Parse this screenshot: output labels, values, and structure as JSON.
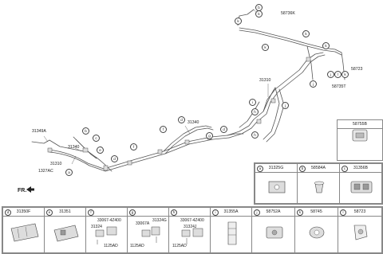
{
  "orientation_label": "FR.",
  "main_labels": [
    {
      "key": "58736K",
      "text": "58736K"
    },
    {
      "key": "58723",
      "text": "58723"
    },
    {
      "key": "58735T",
      "text": "58735T"
    },
    {
      "key": "31310_top",
      "text": "31310"
    },
    {
      "key": "31349A",
      "text": "31349A"
    },
    {
      "key": "31340_left",
      "text": "31340"
    },
    {
      "key": "31310_left",
      "text": "31310"
    },
    {
      "key": "1327AC",
      "text": "1327AC"
    },
    {
      "key": "31340_mid",
      "text": "31340"
    }
  ],
  "callouts": [
    "a",
    "b",
    "c",
    "d",
    "e",
    "f",
    "g",
    "h",
    "i",
    "j",
    "k",
    "l"
  ],
  "top_legend_cell": {
    "part": "58755B"
  },
  "row1": [
    {
      "key": "a",
      "part": "31325G"
    },
    {
      "key": "b",
      "part": "58584A"
    },
    {
      "key": "c",
      "part": "31356B"
    }
  ],
  "row2": [
    {
      "key": "d",
      "part": "31350F"
    },
    {
      "key": "e",
      "part": "31351"
    },
    {
      "key": "f",
      "part": "",
      "subs": [
        "33067-4Z400",
        "31324",
        "1125AD"
      ]
    },
    {
      "key": "g",
      "part": "",
      "subs": [
        "33067A",
        "31324G",
        "1125AD"
      ]
    },
    {
      "key": "h",
      "part": "",
      "subs": [
        "33067-4Z400",
        "31324J",
        "1125AD"
      ]
    },
    {
      "key": "i",
      "part": "31355A"
    },
    {
      "key": "j",
      "part": "58752A"
    },
    {
      "key": "k",
      "part": "58745"
    },
    {
      "key": "l",
      "part": "58723"
    }
  ],
  "colors": {
    "line": "#555555",
    "tube_fill": "#e8e8e8",
    "border": "#888888"
  }
}
